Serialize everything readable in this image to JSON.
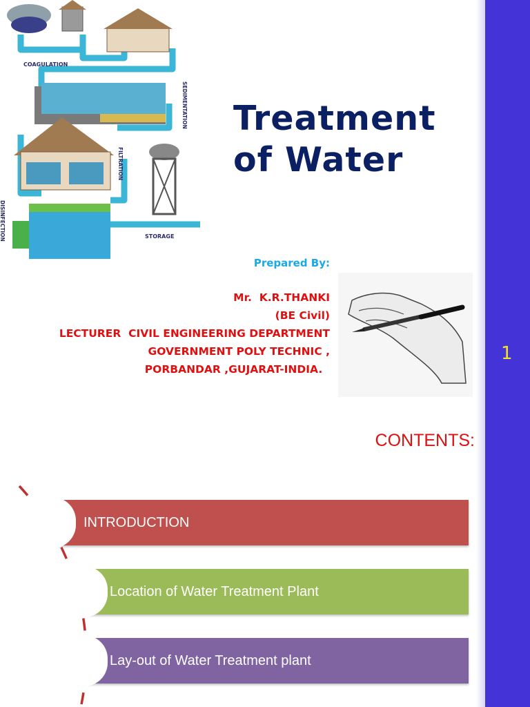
{
  "slide": {
    "number": "1",
    "title_line1": "Treatment",
    "title_line2": "of  Water",
    "prepared_label": "Prepared By:",
    "author_lines": [
      "Mr.  K.R.THANKI",
      "(BE Civil)",
      "LECTURER  CIVIL ENGINEERING DEPARTMENT",
      "GOVERNMENT POLY TECHNIC ,",
      "PORBANDAR ,GUJARAT-INDIA.  "
    ]
  },
  "diagram": {
    "labels": {
      "coagulation": "COAGULATION",
      "sedimentation": "SEDIMENTATION",
      "filtration": "FILTRATION",
      "disinfection": "DISINFECTION",
      "storage": "STORAGE"
    }
  },
  "contents": {
    "heading": "CONTENTS:",
    "items": [
      {
        "label": "INTRODUCTION",
        "color": "#c0504d"
      },
      {
        "label": "Location of Water Treatment Plant",
        "color": "#9bbb59"
      },
      {
        "label": "Lay-out of Water Treatment plant",
        "color": "#8064a2"
      }
    ]
  },
  "colors": {
    "sidebar": "#4434d8",
    "title": "#0b1f63",
    "author": "#e01010",
    "prepared": "#1aa8e8",
    "slide_number": "#f4e22a"
  }
}
